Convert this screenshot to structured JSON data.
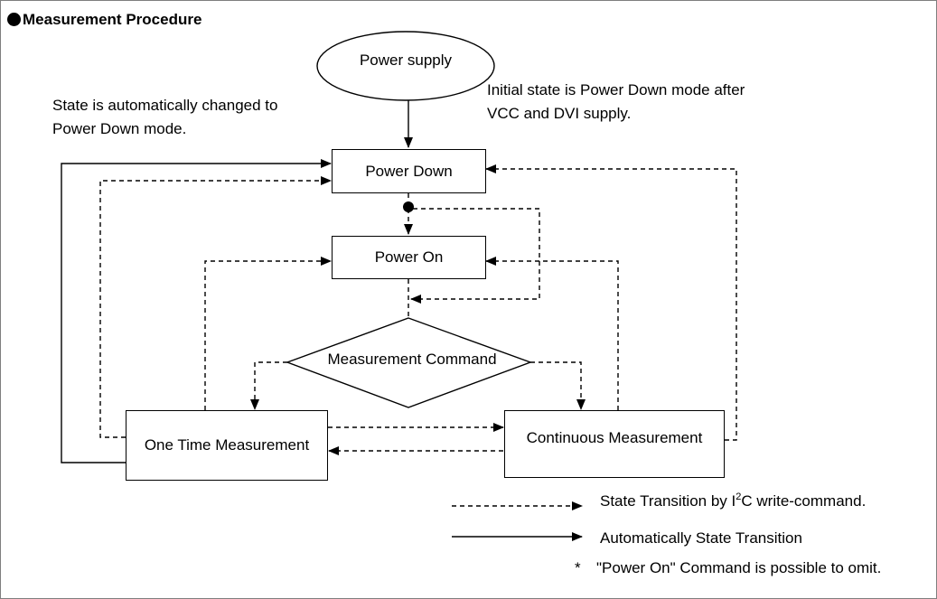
{
  "heading": "Measurement Procedure",
  "notes": {
    "auto_change_line1": "State is automatically changed to",
    "auto_change_line2": "Power Down mode.",
    "initial_line1": "Initial state is Power Down mode after",
    "initial_line2": "VCC and DVI supply."
  },
  "nodes": {
    "power_supply": "Power supply",
    "power_down": "Power Down",
    "power_on": "Power On",
    "measurement_command": "Measurement Command",
    "one_time": "One Time Measurement",
    "continuous": "Continuous Measurement"
  },
  "legend": {
    "dashed_prefix": "State Transition by I",
    "dashed_sup": "2",
    "dashed_suffix": "C write-command.",
    "solid": "Automatically State Transition",
    "footnote_mark": "*",
    "footnote": "\"Power On\" Command is possible to omit."
  }
}
